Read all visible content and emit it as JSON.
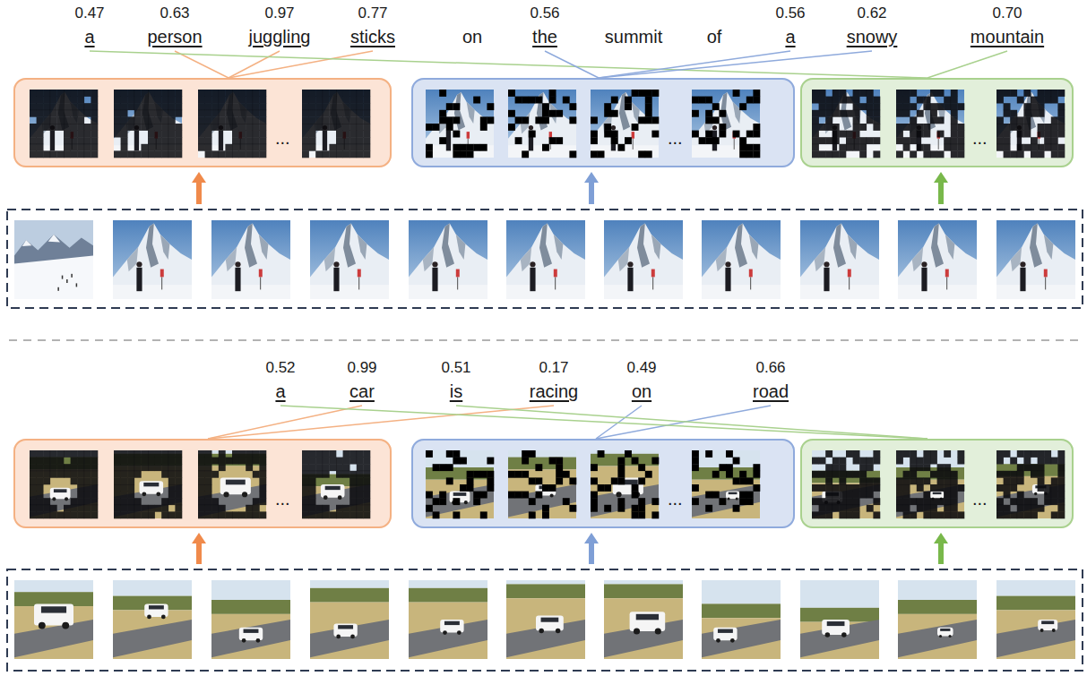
{
  "diagram": {
    "nodes": [
      {
        "text": [
          "..."
        ]
      },
      {
        "text": [
          "..."
        ]
      },
      {
        "text": [
          "..."
        ]
      },
      {
        "text": [
          "..."
        ]
      },
      {
        "text": [
          "..."
        ]
      },
      {
        "text": [
          "..."
        ]
      }
    ],
    "labels": [
      "0.47",
      "0.63",
      "0.97",
      "0.77",
      "0.56",
      "0.56",
      "0.62",
      "0.70",
      "a",
      "person",
      "juggling",
      "sticks",
      "on",
      "the",
      "summit",
      "of",
      "a",
      "snowy",
      "mountain",
      "0.52",
      "0.99",
      "0.51",
      "0.17",
      "0.49",
      "0.66",
      "a",
      "car",
      "is",
      "racing",
      "on",
      "road"
    ]
  }
}
